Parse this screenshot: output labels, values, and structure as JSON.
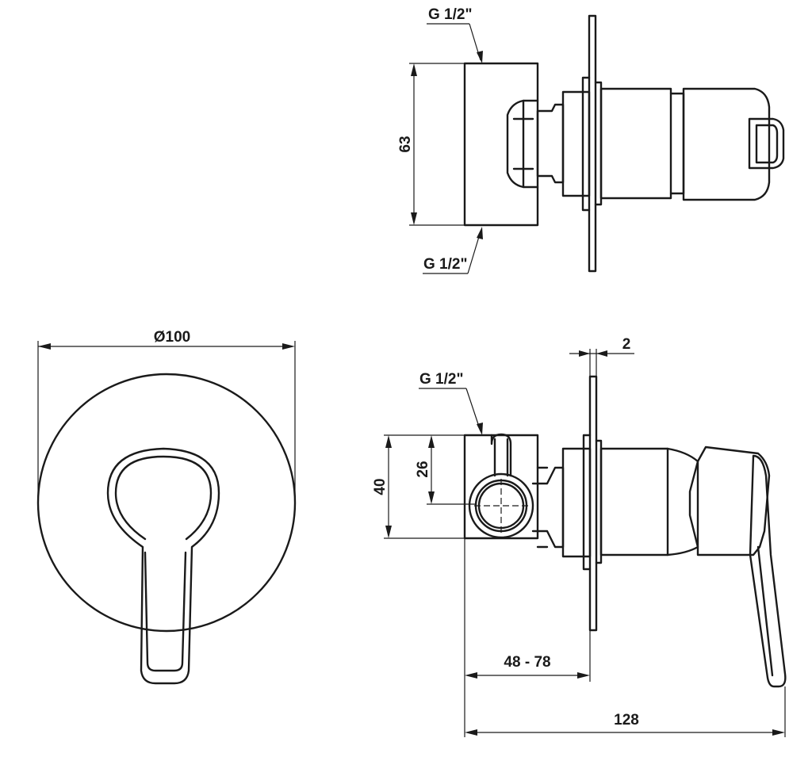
{
  "labels": {
    "thread_top": "G 1/2\"",
    "thread_bottom": "G 1/2\"",
    "thread_side": "G 1/2\"",
    "diameter": "Ø100",
    "height_63": "63",
    "wall_2": "2",
    "height_40": "40",
    "height_26": "26",
    "depth_range": "48 - 78",
    "total_128": "128"
  }
}
